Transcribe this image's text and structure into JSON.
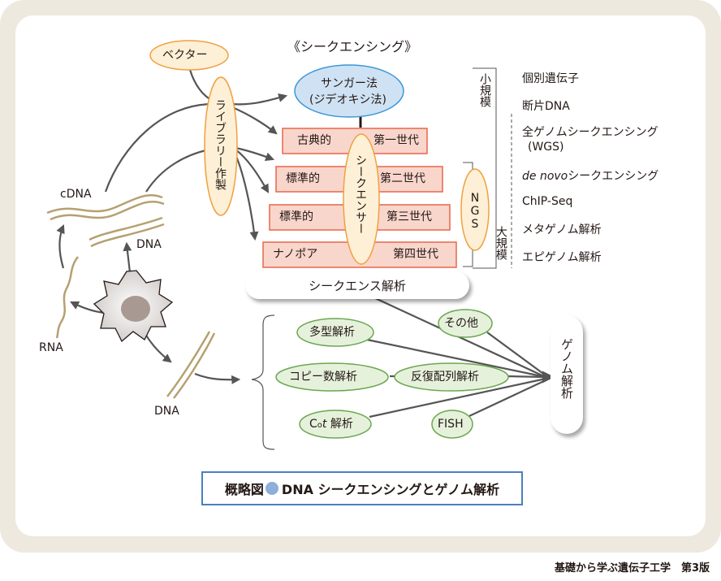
{
  "title": "《シークエンシング》",
  "colors": {
    "frame": "#ede9df",
    "orange_fill": "#fdf0d6",
    "orange_stroke": "#f0a040",
    "blue_fill": "#cfe2f3",
    "blue_stroke": "#3a96d8",
    "red_fill": "#f9d6cc",
    "red_stroke": "#e8674a",
    "green_fill": "#e6f1dc",
    "green_stroke": "#6aa84f",
    "arrow": "#555555",
    "dna_strand": "#b5a070",
    "caption_border": "#4a7fc0",
    "caption_dot": "#8eaedb"
  },
  "nodes": {
    "vector": "ベクター",
    "library": "ライブラリー作製",
    "sanger_line1": "サンガー法",
    "sanger_line2": "(ジデオキシ法)",
    "sequencer": "シークエンサー",
    "ngs": "NGS",
    "sequence_analysis": "シークエンス解析",
    "genome_analysis": "ゲノム解析"
  },
  "generations": [
    {
      "left": "古典的",
      "right": "第一世代"
    },
    {
      "left": "標準的",
      "right": "第二世代"
    },
    {
      "left": "標準的",
      "right": "第三世代"
    },
    {
      "left": "ナノポア",
      "right": "第四世代"
    }
  ],
  "scale": {
    "small": "小規模",
    "large": "大規模"
  },
  "applications": [
    "個別遺伝子",
    "断片DNA",
    "全ゲノムシークエンシング",
    "(WGS)",
    "de novo",
    "シークエンシング",
    "ChIP-Seq",
    "メタゲノム解析",
    "エピゲノム解析"
  ],
  "cell_labels": {
    "cdna": "cDNA",
    "dna_top": "DNA",
    "rna": "RNA",
    "dna_bottom": "DNA"
  },
  "analyses": {
    "polymorphism": "多型解析",
    "copy_number": "コピー数解析",
    "repeat": "反復配列解析",
    "cot_c": "C",
    "cot_o": "o",
    "cot_t": "t",
    "cot_rest": " 解析",
    "fish": "FISH",
    "other": "その他"
  },
  "caption": {
    "prefix": "概略図",
    "text": "DNA シークエンシングとゲノム解析"
  },
  "footer": "基礎から学ぶ遺伝子工学　第3版"
}
